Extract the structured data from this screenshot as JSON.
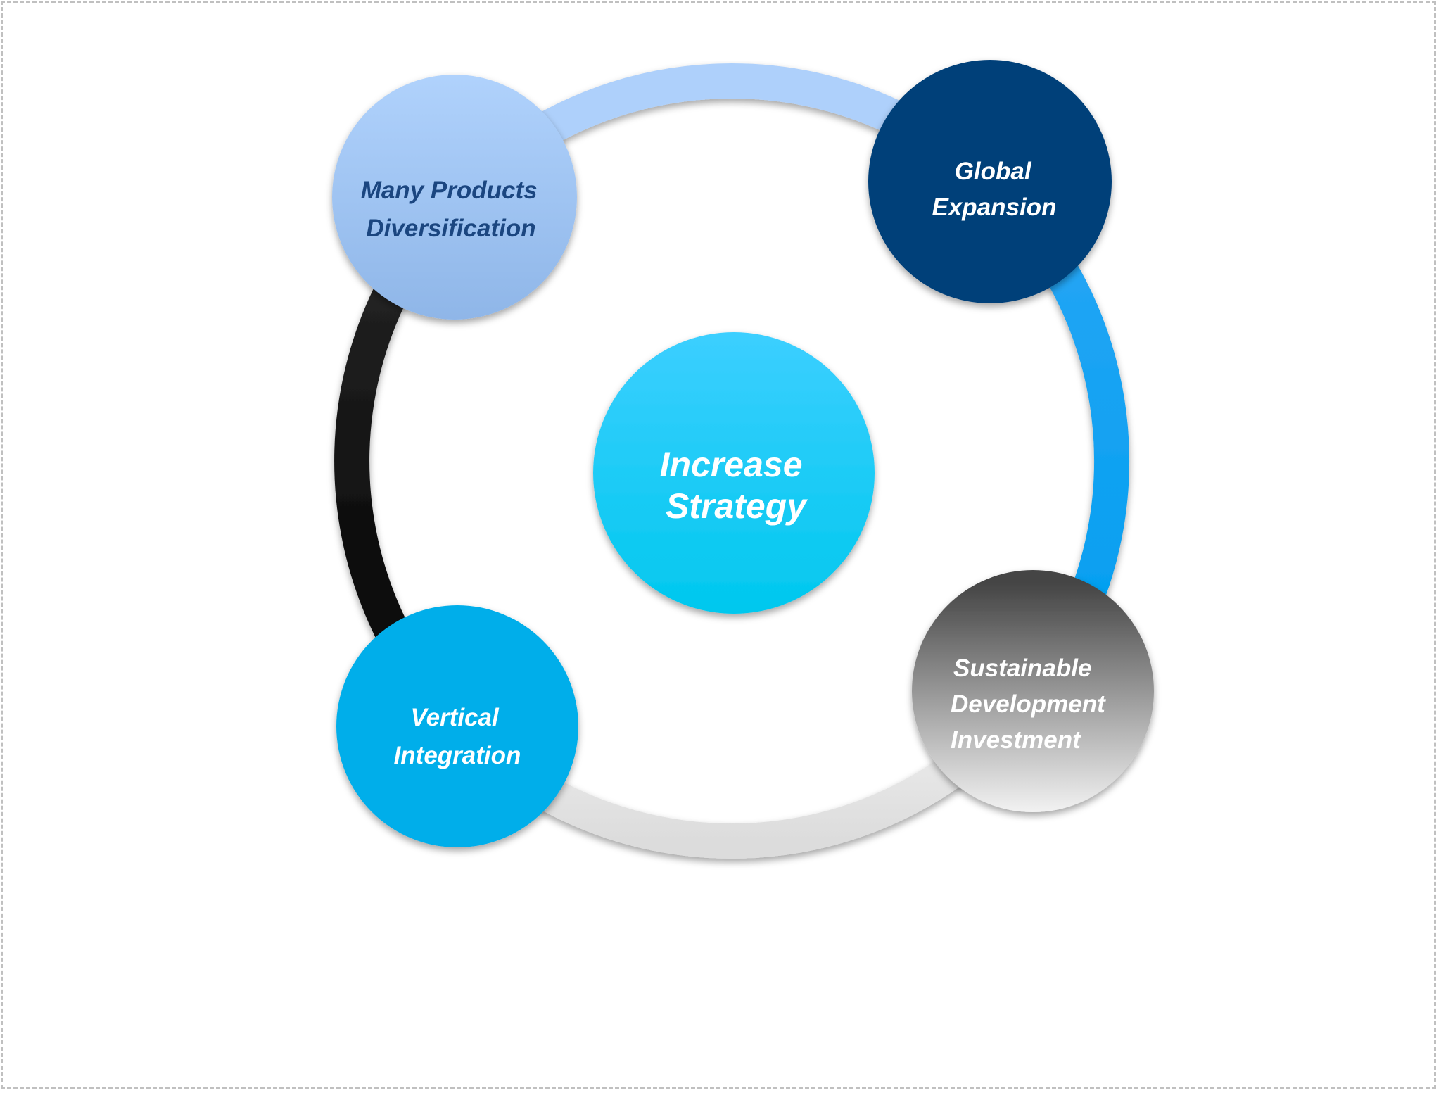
{
  "diagram": {
    "center": {
      "lines": [
        "Increase",
        "Strategy"
      ],
      "color_top": "#3ccfff",
      "color_bottom": "#00c8ee",
      "text_color": "#ffffff"
    },
    "nodes": [
      {
        "id": "many-products-diversification",
        "lines": [
          "Many Products",
          "Diversification"
        ],
        "color_top": "#b0d2fc",
        "color_bottom": "#8fb6e8",
        "text_color": "#1b4680"
      },
      {
        "id": "global-expansion",
        "lines": [
          "Global",
          "Expansion"
        ],
        "color_top": "#003f79",
        "color_bottom": "#003f79",
        "text_color": "#ffffff"
      },
      {
        "id": "sustainable-development-investment",
        "lines": [
          "Sustainable",
          "Development",
          "Investment"
        ],
        "color_top": "#444444",
        "color_bottom": "#f2f2f2",
        "text_color": "#ffffff"
      },
      {
        "id": "vertical-integration",
        "lines": [
          "Vertical",
          "Integration"
        ],
        "color_top": "#00aeea",
        "color_bottom": "#00aeea",
        "text_color": "#ffffff"
      }
    ],
    "ring_arcs": [
      {
        "id": "top-arc",
        "color_start": "#aed0fb",
        "color_end": "#aed0fb"
      },
      {
        "id": "right-arc",
        "color_start": "#2aa6f5",
        "color_end": "#009ff0"
      },
      {
        "id": "bottom-arc",
        "color_start": "#f8f8f8",
        "color_end": "#dcdcdc"
      },
      {
        "id": "left-arc",
        "color_start": "#2a2a2a",
        "color_end": "#000000"
      }
    ]
  }
}
